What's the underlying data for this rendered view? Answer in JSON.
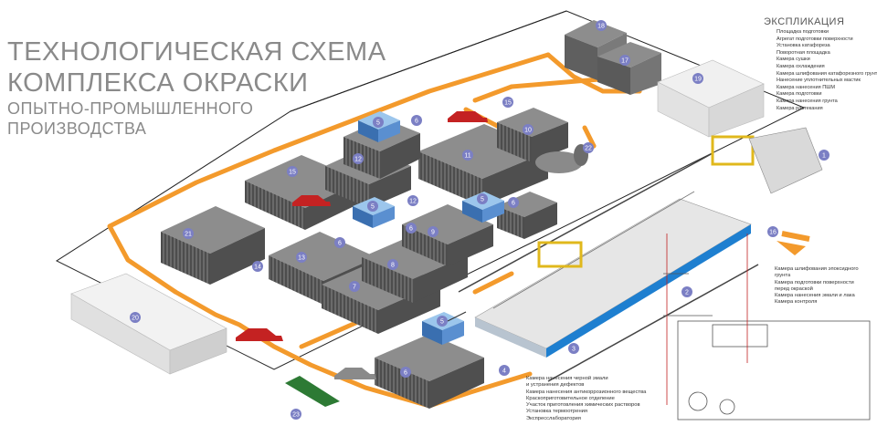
{
  "title": {
    "line1": "ТЕХНОЛОГИЧЕСКАЯ СХЕМА",
    "line2": "КОМПЛЕКСА ОКРАСКИ",
    "line3": "ОПЫТНО-ПРОМЫШЛЕННОГО",
    "line4": "ПРОИЗВОДСТВА"
  },
  "explication": {
    "heading": "ЭКСПЛИКАЦИЯ",
    "items": [
      "Площадка подготовки",
      "Агрегат подготовки поверхности",
      "Установка катафореза",
      "Поворотная площадка",
      "Камера сушки",
      "Камера охлаждения",
      "Камера шлифования катафорезного грунта",
      "Нанесение уплотнительных мастик",
      "Камера нанесения ПШМ",
      "Камера подготовки",
      "Камера нанесения грунта",
      "Камера растекания"
    ]
  },
  "notes_right": [
    "Камера шлифования эпоксидного",
    "грунта",
    "Камера подготовки поверхности",
    "перед окраской",
    "Камера нанесения эмали и лака",
    "Камера контроля"
  ],
  "notes_bottom": [
    "Камера нанесения черной эмали",
    "и устранения дефектов",
    "Камера нанесения антикоррозионного вещества",
    "Краскоприготовительное отделение",
    "Участок приготовления химических растворов",
    "Установка термоотрения",
    "Экспресслаборатория"
  ],
  "markers": [
    "1",
    "2",
    "3",
    "4",
    "5",
    "5",
    "5",
    "5",
    "6",
    "6",
    "6",
    "6",
    "6",
    "7",
    "8",
    "9",
    "10",
    "11",
    "12",
    "12",
    "13",
    "14",
    "15",
    "15",
    "16",
    "17",
    "18",
    "19",
    "20",
    "21",
    "22",
    "23"
  ],
  "colors": {
    "conveyor": "#f39a2c",
    "marker": "#7b7fc4",
    "building": "#5e5e5e",
    "roof": "#8a8a8a",
    "accent_box": "#6ea3d8",
    "blue_stripe": "#1e7fd0",
    "car_red": "#c42222",
    "frame_yellow": "#e0b81c"
  }
}
